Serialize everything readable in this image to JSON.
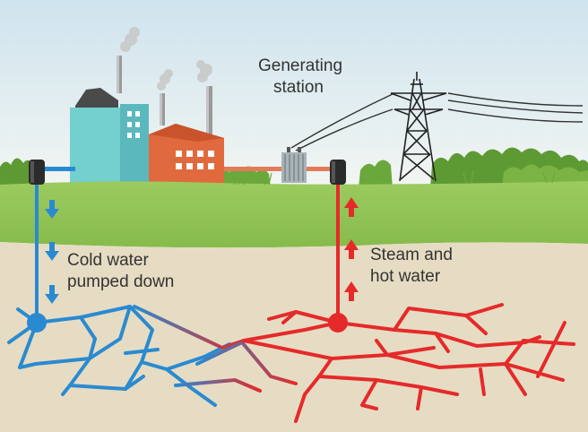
{
  "labels": {
    "station": [
      "Generating",
      "station"
    ],
    "cold": [
      "Cold water",
      "pumped down"
    ],
    "steam": [
      "Steam and",
      "hot water"
    ]
  },
  "colors": {
    "sky_top": "#cfe3ee",
    "sky_bottom": "#eef4f3",
    "grass": "#8fc154",
    "grass_dark": "#5e9a34",
    "ground": "#e6dcc3",
    "cold": "#2a8ad1",
    "hot": "#e52a2a",
    "building_cyan": "#74cfcf",
    "building_red": "#e06a3d",
    "tower": "#222222"
  },
  "icons": {
    "cold_arrow": "arrow-down-icon",
    "hot_arrow": "arrow-up-icon"
  }
}
